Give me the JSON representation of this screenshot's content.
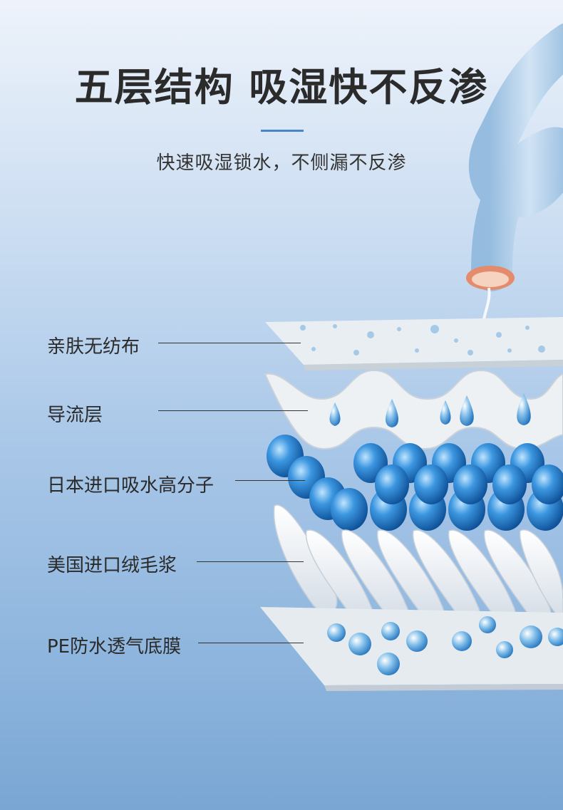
{
  "header": {
    "title": "五层结构 吸湿快不反渗",
    "subtitle": "快速吸湿锁水，不侧漏不反渗"
  },
  "layers": [
    {
      "label": "亲肤无纺布"
    },
    {
      "label": "导流层"
    },
    {
      "label": "日本进口吸水高分子"
    },
    {
      "label": "美国进口绒毛浆"
    },
    {
      "label": "PE防水透气底膜"
    }
  ],
  "colors": {
    "accent": "#4a86c5",
    "background_top": "#eef3fb",
    "background_bottom": "#7aa6d4",
    "title_text": "#2b2b2b",
    "polymer_blue": "#1f78c8",
    "tube": "#a9cbe8",
    "tube_ring": "#e38b6a"
  }
}
